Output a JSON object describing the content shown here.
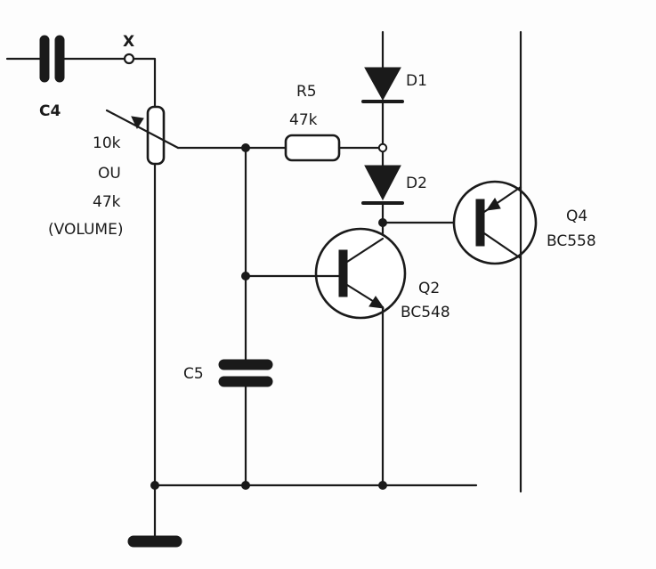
{
  "labels": {
    "c4": "C4",
    "x": "X",
    "pot_value_1": "10k",
    "pot_or": "OU",
    "pot_value_2": "47k",
    "pot_name": "(VOLUME)",
    "r5": "R5",
    "r5_value": "47k",
    "d1": "D1",
    "d2": "D2",
    "q2": "Q2",
    "q2_type": "BC548",
    "q4": "Q4",
    "q4_type": "BC558",
    "c5": "C5"
  }
}
